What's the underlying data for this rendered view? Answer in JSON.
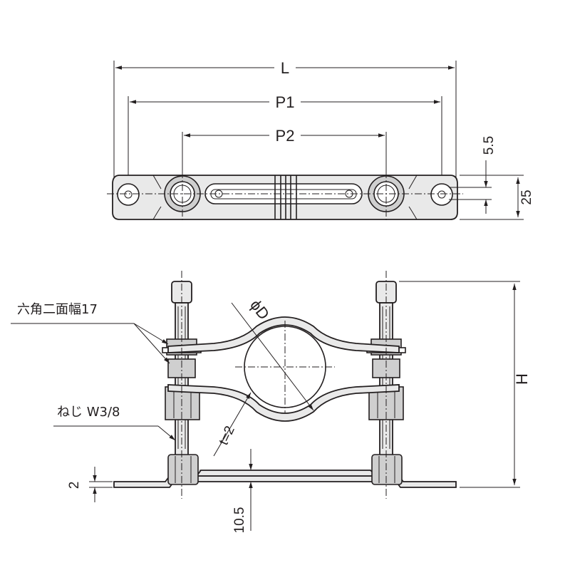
{
  "dimensions": {
    "overall_length": "L",
    "pitch_outer": "P1",
    "pitch_inner": "P2",
    "hole_offset": "5.5",
    "band_width": "25",
    "diameter": "ϕD",
    "thickness": "t=2",
    "height": "H",
    "base_thickness": "2",
    "base_offset": "10.5"
  },
  "callouts": {
    "hex_width": "六角二面幅17",
    "screw": "ねじ W3/8"
  }
}
